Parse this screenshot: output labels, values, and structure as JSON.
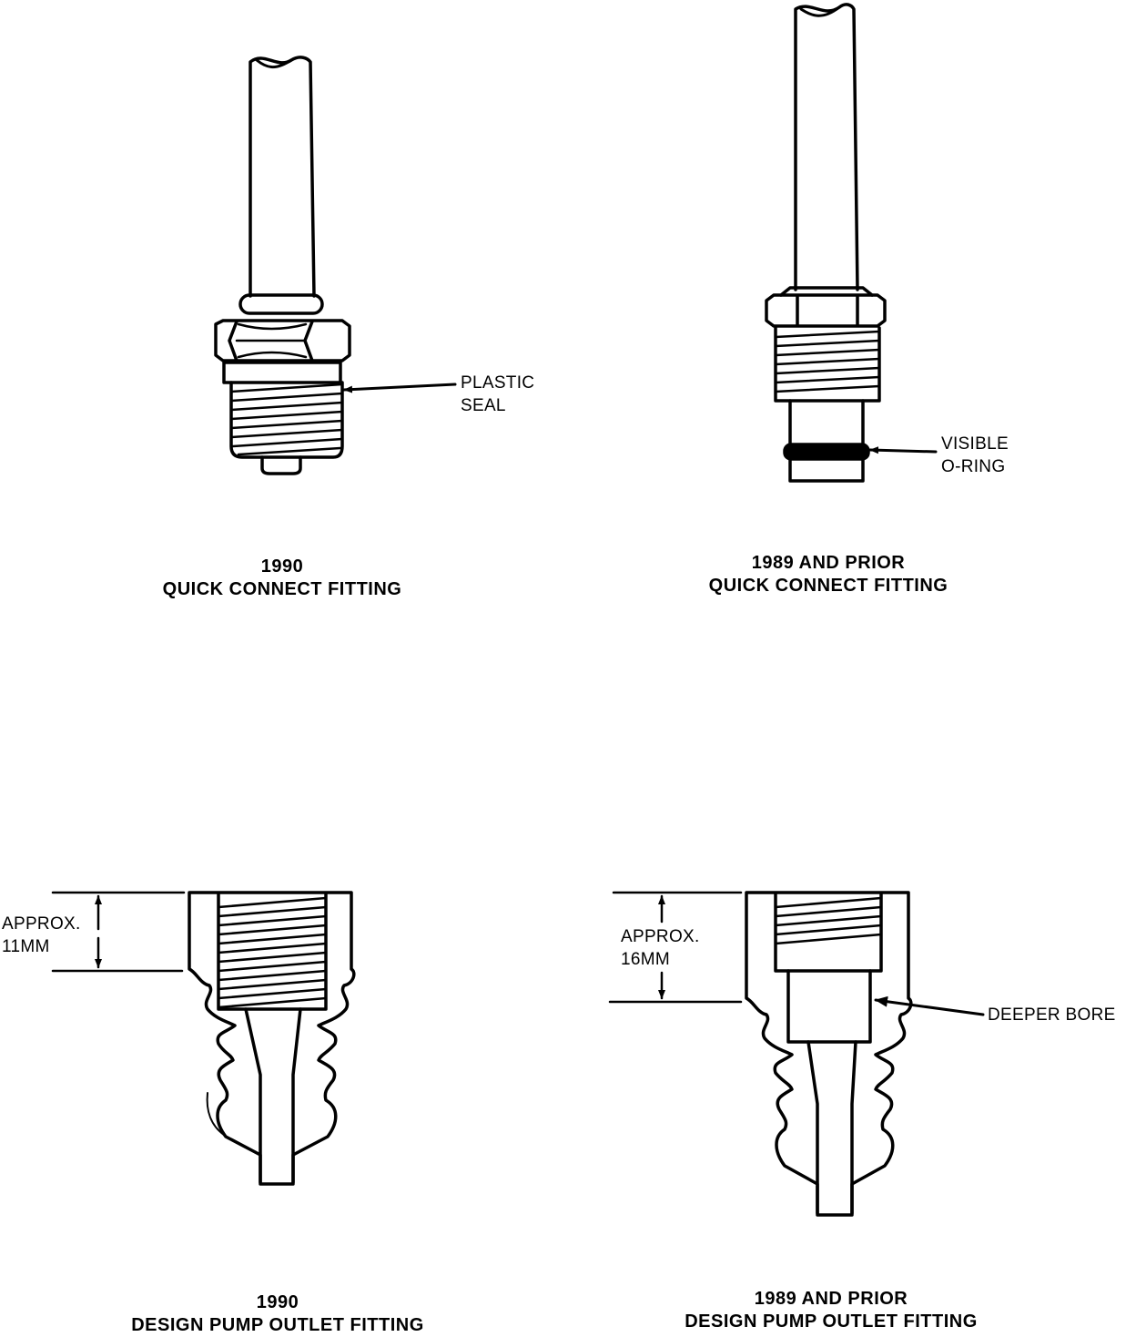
{
  "diagram_1990_quick": {
    "callout": [
      "PLASTIC",
      "SEAL"
    ],
    "caption": [
      "1990",
      "QUICK CONNECT FITTING"
    ]
  },
  "diagram_1989_quick": {
    "callout": [
      "VISIBLE",
      "O-RING"
    ],
    "caption": [
      "1989 AND PRIOR",
      "QUICK CONNECT FITTING"
    ]
  },
  "diagram_1990_outlet": {
    "dimension": [
      "APPROX.",
      "11MM"
    ],
    "caption": [
      "1990",
      "DESIGN PUMP OUTLET FITTING"
    ]
  },
  "diagram_1989_outlet": {
    "dimension": [
      "APPROX.",
      "16MM"
    ],
    "callout": "DEEPER BORE",
    "caption": [
      "1989 AND PRIOR",
      "DESIGN PUMP OUTLET FITTING"
    ]
  }
}
